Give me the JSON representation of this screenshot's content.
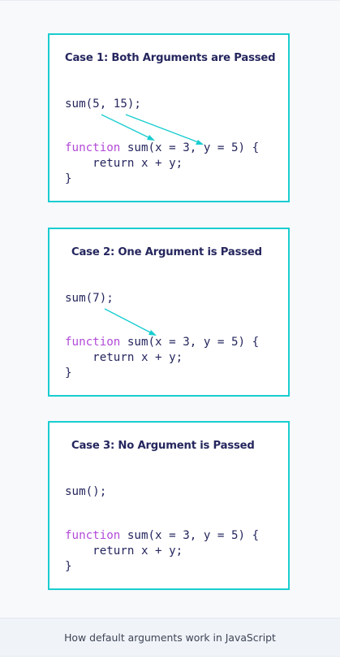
{
  "colors": {
    "box_border": "#19cdd0",
    "title_text": "#25265e",
    "keyword": "#b24ad8",
    "arrow": "#19cdd0",
    "caption_bg": "#f0f3f8"
  },
  "cases": [
    {
      "title": "Case 1: Both Arguments are Passed",
      "call": "sum(5, 15);",
      "def_keyword": "function",
      "def_rest": " sum(x = 3, y = 5) {",
      "body": "    return x + y;",
      "close": "}",
      "arrows": [
        {
          "from": "5",
          "to": "x"
        },
        {
          "from": "15",
          "to": "y"
        }
      ]
    },
    {
      "title": "Case 2: One Argument is Passed",
      "call": "sum(7);",
      "def_keyword": "function",
      "def_rest": " sum(x = 3, y = 5) {",
      "body": "    return x + y;",
      "close": "}",
      "arrows": [
        {
          "from": "7",
          "to": "x"
        }
      ]
    },
    {
      "title": "Case 3: No Argument is Passed",
      "call": "sum();",
      "def_keyword": "function",
      "def_rest": " sum(x = 3, y = 5) {",
      "body": "    return x + y;",
      "close": "}",
      "arrows": []
    }
  ],
  "caption": "How default arguments work in JavaScript"
}
